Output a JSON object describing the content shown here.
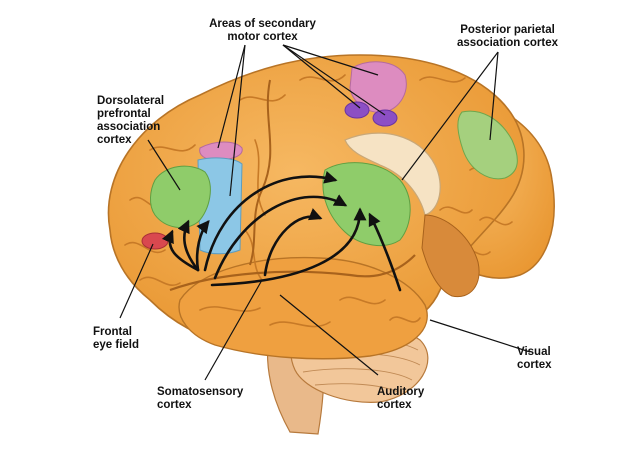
{
  "labels": {
    "secondary_motor": "Areas of secondary\nmotor cortex",
    "posterior_parietal": "Posterior parietal\nassociation cortex",
    "dorsolateral": "Dorsolateral\nprefrontal\nassociation\ncortex",
    "frontal_eye": "Frontal\neye field",
    "visual": "Visual\ncortex",
    "somatosensory": "Somatosensory\ncortex",
    "auditory": "Auditory\ncortex"
  },
  "colors": {
    "brain": "#f0a445",
    "brain_dark": "#c87420",
    "brain_light": "#f7c57a",
    "association_green": "#8fcc6a",
    "secondary_motor_pink": "#dd8cc0",
    "secondary_motor_purple": "#8c4fc4",
    "premotor_blue": "#8cc7e6",
    "frontal_eye_red": "#d9484f",
    "corpus_callosum": "#f6e3c4",
    "cerebellum": "#f2c79a",
    "brainstem": "#e9b98a",
    "arrow": "#111111"
  }
}
